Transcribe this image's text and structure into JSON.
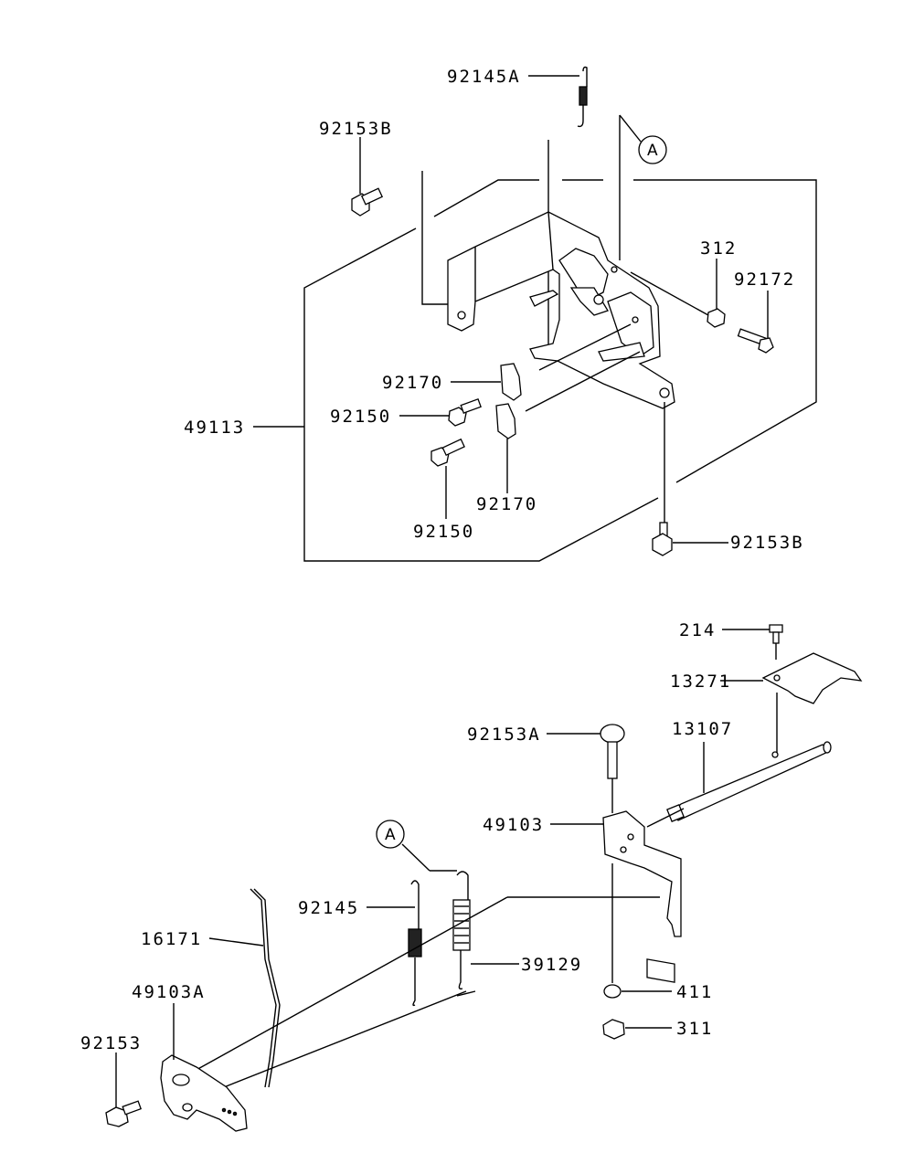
{
  "diagram": {
    "callouts": {
      "p92145A": "92145A",
      "p92153B_top": "92153B",
      "p312": "312",
      "p92172": "92172",
      "p92170_a": "92170",
      "p92150_a": "92150",
      "p49113": "49113",
      "p92150_b": "92150",
      "p92170_b": "92170",
      "p92153B_bot": "92153B",
      "p214": "214",
      "p13271": "13271",
      "p13107": "13107",
      "p92153A": "92153A",
      "p49103": "49103",
      "p92145": "92145",
      "p16171": "16171",
      "p39129": "39129",
      "p49103A": "49103A",
      "p92153": "92153",
      "p411": "411",
      "p311": "311"
    },
    "ref_markers": {
      "top": "A",
      "bottom": "A"
    }
  }
}
